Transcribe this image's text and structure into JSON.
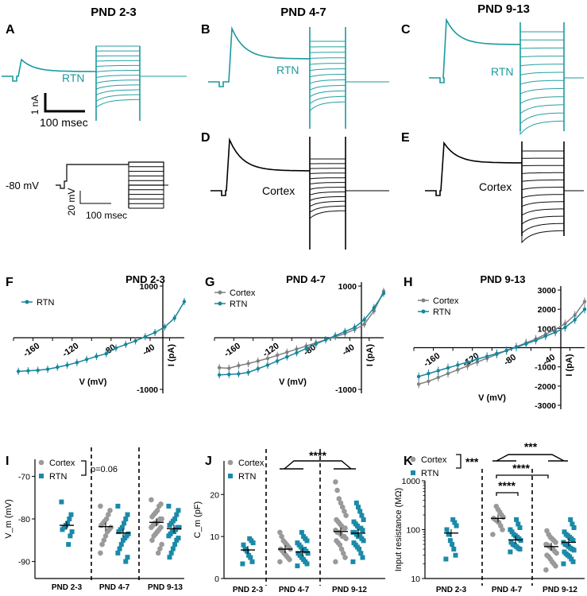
{
  "colors": {
    "rtn": "#1a9a9e",
    "rtn_dark": "#17859b",
    "cortex_trace": "#000000",
    "cortex_line": "#808080",
    "cortex_dot": "#9a9a9a",
    "rtn_square": "#1a8aa8"
  },
  "column_titles": [
    "PND 2-3",
    "PND 4-7",
    "PND 9-13"
  ],
  "panels": {
    "A": {
      "letter": "A",
      "trace_label": "RTN",
      "scale_current": "1 nA",
      "scale_time": "100 msec"
    },
    "B": {
      "letter": "B",
      "trace_label": "RTN"
    },
    "C": {
      "letter": "C",
      "trace_label": "RTN"
    },
    "D": {
      "letter": "D",
      "trace_label": "Cortex"
    },
    "E": {
      "letter": "E",
      "trace_label": "Cortex"
    },
    "protocol": {
      "holding": "-80 mV",
      "scale_voltage": "20 mV",
      "scale_time": "100 msec"
    }
  },
  "chart_data": [
    {
      "id": "F",
      "letter": "F",
      "type": "line",
      "title": "PND 2-3",
      "xlabel": "V (mV)",
      "ylabel": "I (pA)",
      "xlim": [
        -180,
        -5
      ],
      "ylim": [
        -1000,
        1000
      ],
      "xticks": [
        "-160",
        "-120",
        "-80",
        "-40"
      ],
      "yticks": [
        "1000",
        "-1000"
      ],
      "legend": [
        "RTN"
      ],
      "series": [
        {
          "name": "RTN",
          "x": [
            -175,
            -165,
            -155,
            -145,
            -135,
            -125,
            -115,
            -105,
            -95,
            -85,
            -75,
            -65,
            -55,
            -45,
            -35,
            -25,
            -15,
            -5
          ],
          "y": [
            -650,
            -640,
            -630,
            -610,
            -570,
            -530,
            -480,
            -420,
            -360,
            -310,
            -200,
            -130,
            -60,
            20,
            100,
            210,
            380,
            700
          ]
        }
      ]
    },
    {
      "id": "G",
      "letter": "G",
      "type": "line",
      "title": "PND 4-7",
      "xlabel": "V (mV)",
      "ylabel": "I (pA)",
      "xlim": [
        -180,
        -5
      ],
      "ylim": [
        -1000,
        1000
      ],
      "xticks": [
        "-160",
        "-120",
        "-80",
        "-40"
      ],
      "yticks": [
        "1000",
        "-1000"
      ],
      "legend": [
        "Cortex",
        "RTN"
      ],
      "series": [
        {
          "name": "Cortex",
          "x": [
            -175,
            -165,
            -155,
            -145,
            -135,
            -125,
            -115,
            -105,
            -95,
            -85,
            -75,
            -65,
            -55,
            -45,
            -35,
            -25,
            -15,
            -5
          ],
          "y": [
            -580,
            -590,
            -540,
            -500,
            -450,
            -400,
            -340,
            -280,
            -220,
            -160,
            -100,
            -40,
            20,
            80,
            160,
            260,
            520,
            900
          ]
        },
        {
          "name": "RTN",
          "x": [
            -175,
            -165,
            -155,
            -145,
            -135,
            -125,
            -115,
            -105,
            -95,
            -85,
            -75,
            -65,
            -55,
            -45,
            -35,
            -25,
            -15,
            -5
          ],
          "y": [
            -720,
            -710,
            -700,
            -670,
            -600,
            -530,
            -450,
            -370,
            -290,
            -210,
            -120,
            -40,
            40,
            120,
            200,
            350,
            580,
            860
          ]
        }
      ]
    },
    {
      "id": "H",
      "letter": "H",
      "type": "line",
      "title": "PND 9-13",
      "xlabel": "V (mV)",
      "ylabel": "I (pA)",
      "xlim": [
        -180,
        -5
      ],
      "ylim": [
        -3000,
        3000
      ],
      "xticks": [
        "-160",
        "-120",
        "-80",
        "-40"
      ],
      "yticks": [
        "3000",
        "2000",
        "1000",
        "-1000",
        "-2000",
        "-3000"
      ],
      "legend": [
        "Cortex",
        "RTN"
      ],
      "series": [
        {
          "name": "Cortex",
          "x": [
            -175,
            -165,
            -155,
            -145,
            -135,
            -125,
            -115,
            -105,
            -95,
            -85,
            -75,
            -65,
            -55,
            -45,
            -35,
            -25,
            -15,
            -5
          ],
          "y": [
            -1900,
            -1750,
            -1550,
            -1350,
            -1150,
            -950,
            -750,
            -550,
            -350,
            -150,
            50,
            250,
            450,
            700,
            950,
            1250,
            1700,
            2400
          ]
        },
        {
          "name": "RTN",
          "x": [
            -175,
            -165,
            -155,
            -145,
            -135,
            -125,
            -115,
            -105,
            -95,
            -85,
            -75,
            -65,
            -55,
            -45,
            -35,
            -25,
            -15,
            -5
          ],
          "y": [
            -1500,
            -1350,
            -1200,
            -1050,
            -900,
            -750,
            -600,
            -450,
            -300,
            -150,
            20,
            200,
            380,
            600,
            800,
            1050,
            1450,
            2000
          ]
        }
      ]
    },
    {
      "id": "I",
      "letter": "I",
      "type": "scatter",
      "ylabel": "V_m (mV)",
      "ylim": [
        -94,
        -66
      ],
      "yticks": [
        "-70",
        "-80",
        "-90"
      ],
      "categories": [
        "PND 2-3",
        "PND 4-7",
        "PND 9-13"
      ],
      "legend": [
        "Cortex",
        "RTN"
      ],
      "annotation": "p=0.06",
      "series": [
        {
          "name": "Cortex",
          "group_means": [
            null,
            -81.8,
            -80.8
          ],
          "values": [
            [],
            [
              -77,
              -78,
              -79,
              -80,
              -80.5,
              -81,
              -81.5,
              -82,
              -82.5,
              -83,
              -84,
              -85,
              -86,
              -88
            ],
            [
              -75.5,
              -76.5,
              -77,
              -78,
              -78.5,
              -79,
              -79.5,
              -80,
              -80,
              -80.5,
              -81,
              -81,
              -81.5,
              -82,
              -82,
              -82.5,
              -83,
              -83.5,
              -84,
              -85,
              -86,
              -87,
              -88
            ]
          ]
        },
        {
          "name": "RTN",
          "group_means": [
            -81.5,
            -83.3,
            -82.3
          ],
          "values": [
            [
              -76,
              -79,
              -80,
              -81,
              -81.5,
              -82,
              -82.5,
              -83,
              -84,
              -86
            ],
            [
              -77,
              -79,
              -80,
              -81,
              -82,
              -82.5,
              -83,
              -83.5,
              -84,
              -84.5,
              -85,
              -86,
              -87,
              -88,
              -89,
              -90
            ],
            [
              -77,
              -78,
              -79,
              -80,
              -80.5,
              -81,
              -81.5,
              -82,
              -82,
              -82.5,
              -83,
              -83,
              -83.5,
              -84,
              -84.5,
              -85,
              -86,
              -87,
              -88,
              -89
            ]
          ]
        }
      ]
    },
    {
      "id": "J",
      "letter": "J",
      "type": "scatter",
      "ylabel": "C_m (pF)",
      "ylim": [
        0,
        28
      ],
      "yticks": [
        "0",
        "10",
        "20"
      ],
      "categories": [
        "PND 2-3",
        "PND 4-7",
        "PND 9-12"
      ],
      "legend": [
        "Cortex",
        "RTN"
      ],
      "annotation": "****",
      "series": [
        {
          "name": "Cortex",
          "group_means": [
            null,
            7,
            11.2
          ],
          "values": [
            [],
            [
              4,
              4.5,
              5,
              5.5,
              6,
              6.5,
              7,
              7,
              7.5,
              8,
              8.5,
              9,
              10,
              11
            ],
            [
              4,
              5,
              6,
              7,
              8,
              8.5,
              9,
              9.5,
              10,
              10,
              10.5,
              11,
              11,
              11.5,
              12,
              12,
              12.5,
              13,
              13.5,
              14,
              15,
              16,
              17,
              18,
              19,
              21,
              23
            ]
          ]
        },
        {
          "name": "RTN",
          "group_means": [
            6.8,
            6.3,
            10.8
          ],
          "values": [
            [
              3.5,
              4,
              5,
              5.5,
              6.5,
              7,
              8,
              8.5,
              9,
              9.5
            ],
            [
              3,
              3.5,
              4,
              4.5,
              5,
              5.5,
              6,
              6,
              6.5,
              7,
              7,
              7.5,
              8,
              8.5,
              9,
              9.5,
              10,
              11
            ],
            [
              4,
              5,
              6,
              7,
              7.5,
              8,
              8.5,
              9,
              9.5,
              10,
              10,
              10.5,
              11,
              11,
              11.5,
              12,
              12,
              12.5,
              13,
              13.5,
              14,
              15,
              16,
              17,
              18
            ]
          ]
        }
      ]
    },
    {
      "id": "K",
      "letter": "K",
      "type": "scatter",
      "ylabel": "Input resistance (MΩ)",
      "yscale": "log",
      "ylim": [
        10,
        1000
      ],
      "yticks": [
        "1000",
        "100",
        "10"
      ],
      "categories": [
        "PND 2-3",
        "PND 4-7",
        "PND 9-12"
      ],
      "legend": [
        "Cortex",
        "RTN"
      ],
      "annotations": [
        "***",
        "***",
        "****",
        "****"
      ],
      "series": [
        {
          "name": "Cortex",
          "group_means": [
            null,
            170,
            45
          ],
          "values": [
            [],
            [
              80,
              100,
              120,
              140,
              150,
              160,
              170,
              180,
              200,
              230,
              260,
              300
            ],
            [
              15,
              18,
              20,
              22,
              25,
              28,
              30,
              33,
              36,
              40,
              42,
              45,
              48,
              50,
              55,
              60,
              65,
              70,
              80,
              95
            ]
          ]
        },
        {
          "name": "RTN",
          "group_means": [
            85,
            62,
            55
          ],
          "values": [
            [
              25,
              30,
              40,
              50,
              60,
              80,
              100,
              120,
              140,
              160
            ],
            [
              35,
              40,
              42,
              45,
              48,
              50,
              55,
              60,
              65,
              70,
              75,
              80,
              90,
              100,
              110,
              130,
              160
            ],
            [
              20,
              22,
              25,
              28,
              30,
              32,
              35,
              38,
              40,
              42,
              45,
              48,
              50,
              55,
              60,
              65,
              70,
              75,
              80,
              90,
              110,
              130,
              160
            ]
          ]
        }
      ]
    }
  ]
}
